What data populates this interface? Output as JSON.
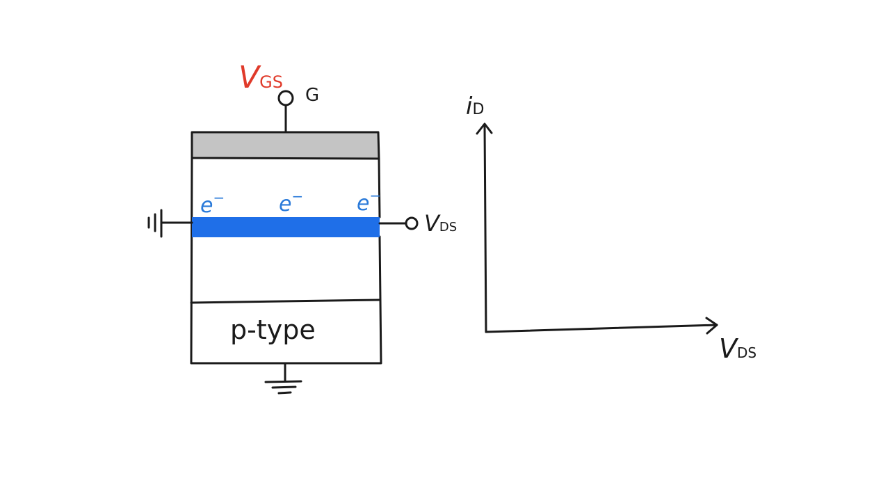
{
  "colors": {
    "ink": "#1a1a1a",
    "gate_fill": "#c4c4c4",
    "channel": "#1f6fe8",
    "electron_text": "#2a7ad9",
    "vgs_text": "#e03a2a",
    "background": "#ffffff"
  },
  "mosfet": {
    "vgs_label": "V",
    "vgs_sub": "GS",
    "gate_label": "G",
    "electrons": [
      "e",
      "e",
      "e"
    ],
    "electron_sup": "−",
    "vds_label": "V",
    "vds_sub": "DS",
    "substrate_label": "p-type"
  },
  "graph": {
    "y_label": "i",
    "y_sub": "D",
    "x_label": "V",
    "x_sub": "DS"
  }
}
